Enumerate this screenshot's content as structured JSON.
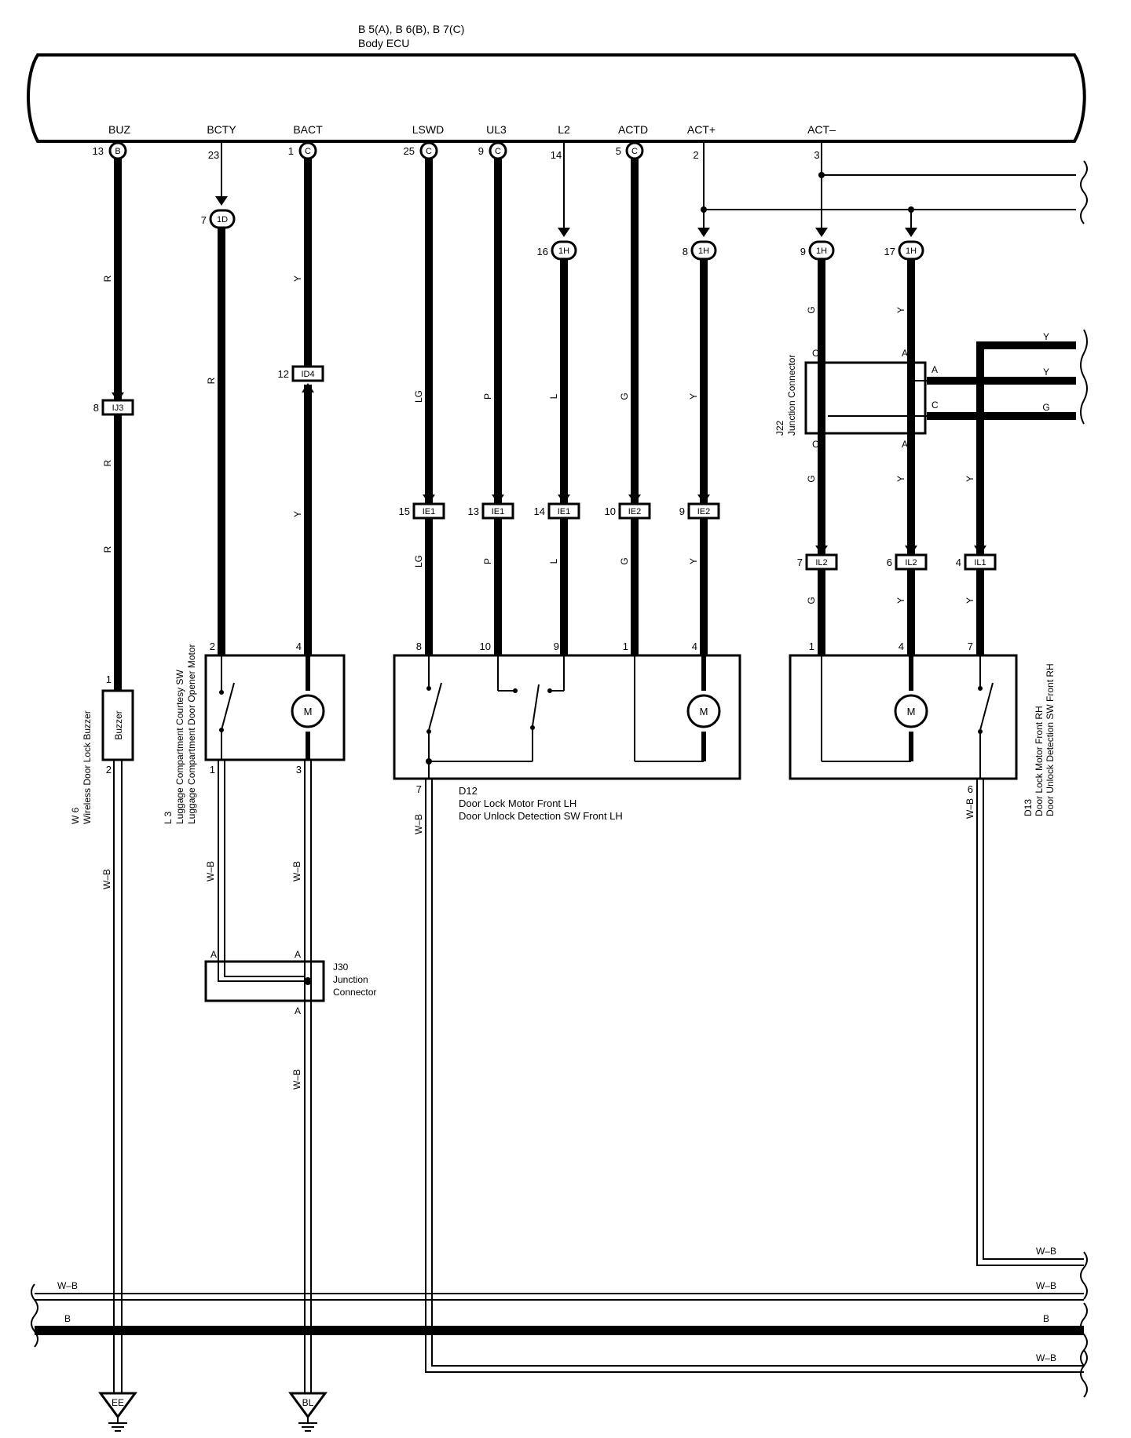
{
  "ecu": {
    "ref": "B 5(A), B 6(B), B 7(C)",
    "name": "Body ECU"
  },
  "ecu_terminals": [
    {
      "label": "BUZ",
      "pin": "13",
      "conn": "B"
    },
    {
      "label": "BCTY",
      "pin": "23",
      "conn": ""
    },
    {
      "label": "BACT",
      "pin": "1",
      "conn": "C"
    },
    {
      "label": "LSWD",
      "pin": "25",
      "conn": "C"
    },
    {
      "label": "UL3",
      "pin": "9",
      "conn": "C"
    },
    {
      "label": "L2",
      "pin": "14",
      "conn": ""
    },
    {
      "label": "ACTD",
      "pin": "5",
      "conn": "C"
    },
    {
      "label": "ACT+",
      "pin": "2",
      "conn": ""
    },
    {
      "label": "ACT–",
      "pin": "3",
      "conn": ""
    }
  ],
  "mid_connectors": [
    {
      "pin": "7",
      "code": "1D"
    },
    {
      "pin": "16",
      "code": "1H"
    },
    {
      "pin": "8",
      "code": "1H"
    },
    {
      "pin": "9",
      "code": "1H"
    },
    {
      "pin": "17",
      "code": "1H"
    }
  ],
  "inline_connectors": [
    {
      "pin": "8",
      "code": "IJ3"
    },
    {
      "pin": "12",
      "code": "ID4"
    },
    {
      "pin": "15",
      "code": "IE1"
    },
    {
      "pin": "13",
      "code": "IE1"
    },
    {
      "pin": "14",
      "code": "IE1"
    },
    {
      "pin": "10",
      "code": "IE2"
    },
    {
      "pin": "9",
      "code": "IE2"
    },
    {
      "pin": "7",
      "code": "IL2"
    },
    {
      "pin": "6",
      "code": "IL2"
    },
    {
      "pin": "4",
      "code": "IL1"
    }
  ],
  "wire_colors": {
    "buz_upper": "R",
    "buz_mid": "R",
    "buz_lower": "R",
    "bcty": "R",
    "bact_upper": "Y",
    "bact_lower": "Y",
    "lswd_upper": "LG",
    "lswd_lower": "LG",
    "ul3_upper": "P",
    "ul3_lower": "P",
    "l2_upper": "L",
    "l2_lower": "L",
    "actd_upper": "G",
    "actd_lower": "G",
    "actp_upper": "Y",
    "actp_lower": "Y",
    "actm_top": "G",
    "actm_mid": "G",
    "actm_low": "G",
    "j22a_top": "Y",
    "j22a_mid": "Y",
    "j22a_low": "Y",
    "il1_mid": "Y",
    "il1_low": "Y",
    "right_y1": "Y",
    "right_y2": "Y",
    "right_g": "G",
    "wb_w6": "W–B",
    "wb_l3_1": "W–B",
    "wb_l3_3": "W–B",
    "wb_j30": "W–B",
    "wb_d12": "W–B",
    "wb_d13": "W–B",
    "bus_wb_left": "W–B",
    "bus_b_left": "B",
    "bus_wb_r1": "W–B",
    "bus_wb_r2": "W–B",
    "bus_b_right": "B",
    "bus_wb_r3": "W–B"
  },
  "junction_j22": {
    "ref": "J22",
    "name": "Junction Connector",
    "pins": [
      "C",
      "A",
      "C",
      "A",
      "A",
      "C"
    ]
  },
  "junction_j30": {
    "ref": "J30",
    "name_line1": "Junction",
    "name_line2": "Connector",
    "pins": [
      "A",
      "A",
      "A"
    ]
  },
  "components": {
    "w6": {
      "ref": "W 6",
      "name": "Wireless Door Lock Buzzer",
      "pin_top": "1",
      "pin_bottom": "2",
      "box_label": "Buzzer"
    },
    "l3": {
      "ref": "L 3",
      "name_line1": "Luggage Compartment Courtesy SW",
      "name_line2": "Luggage Compartment Door Opener Motor",
      "pins": [
        "2",
        "4",
        "1",
        "3"
      ]
    },
    "d12": {
      "ref": "D12",
      "name_line1": "Door Lock Motor Front LH",
      "name_line2": "Door Unlock Detection SW Front LH",
      "pins": [
        "8",
        "10",
        "9",
        "1",
        "4",
        "7"
      ]
    },
    "d13": {
      "ref": "D13",
      "name_line1": "Door Lock Motor Front RH",
      "name_line2": "Door Unlock Detection SW Front RH",
      "pins": [
        "1",
        "4",
        "7",
        "6"
      ]
    }
  },
  "motor_symbol": "M",
  "grounds": [
    "EE",
    "BL"
  ]
}
